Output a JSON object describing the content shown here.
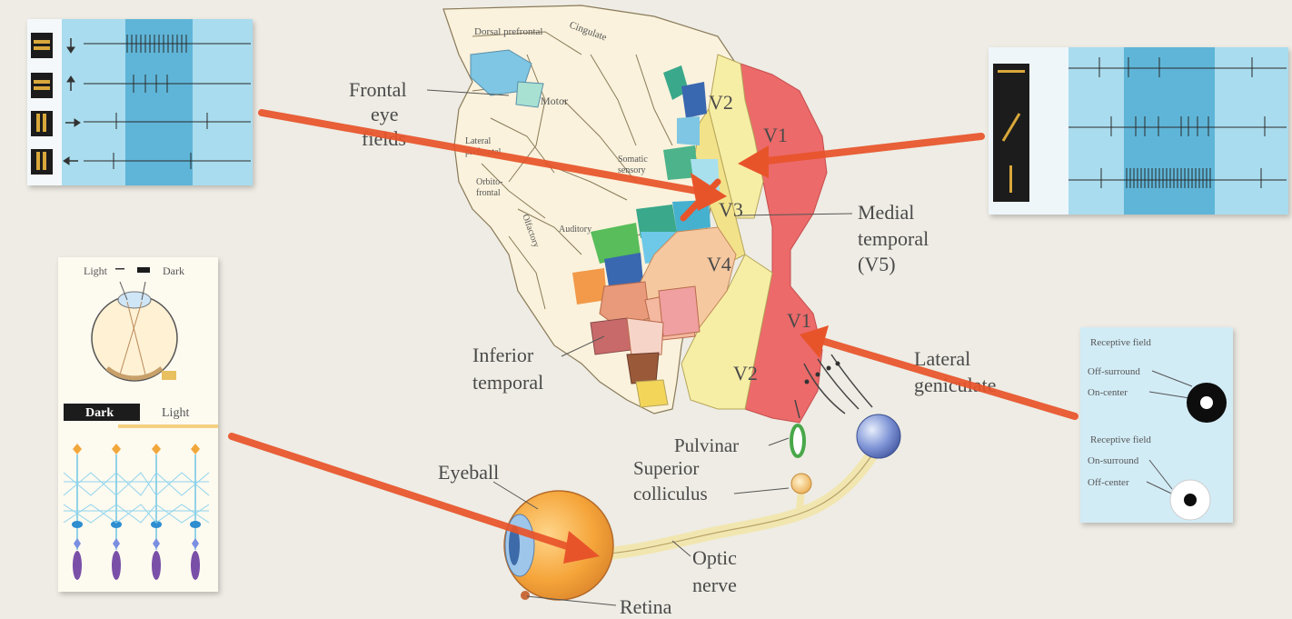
{
  "brain_labels": {
    "dorsal_prefrontal": "Dorsal prefrontal",
    "cingulate": "Cingulate",
    "motor": "Motor",
    "lateral_prefrontal_1": "Lateral",
    "lateral_prefrontal_2": "prefrontal",
    "orbitofrontal_1": "Orbito-",
    "orbitofrontal_2": "frontal",
    "olfactory": "Olfactory",
    "auditory": "Auditory",
    "somatic_sensory_1": "Somatic",
    "somatic_sensory_2": "sensory",
    "v1_upper": "V1",
    "v1_lower": "V1",
    "v2_upper": "V2",
    "v2_lower": "V2",
    "v3": "V3",
    "v4": "V4"
  },
  "callouts": {
    "frontal_eye_fields": [
      "Frontal",
      "eye",
      "fields"
    ],
    "medial_temporal": [
      "Medial",
      "temporal",
      "(V5)"
    ],
    "inferior_temporal": [
      "Inferior",
      "temporal"
    ],
    "lateral_geniculate": [
      "Lateral",
      "geniculate"
    ],
    "pulvinar": "Pulvinar",
    "superior_colliculus": [
      "Superior",
      "colliculus"
    ],
    "eyeball": "Eyeball",
    "optic_nerve": [
      "Optic",
      "nerve"
    ],
    "retina": "Retina"
  },
  "retina_panel": {
    "light_top": "Light",
    "dark_top": "Dark",
    "dark_tab": "Dark",
    "light_tab": "Light"
  },
  "receptive_panel": {
    "top_title": "Receptive field",
    "off_surround": "Off-surround",
    "on_center": "On-center",
    "bottom_title": "Receptive field",
    "on_surround": "On-surround",
    "off_center": "Off-center"
  },
  "colors": {
    "background": "#eeece4",
    "arrow": "#e8542a",
    "v1": "#ec6a6a",
    "v2_v3": "#f7eea6",
    "brain": "#faf2dc",
    "recording_bg": "#a9dcee",
    "stimulus_band": "#5fb5d8"
  }
}
